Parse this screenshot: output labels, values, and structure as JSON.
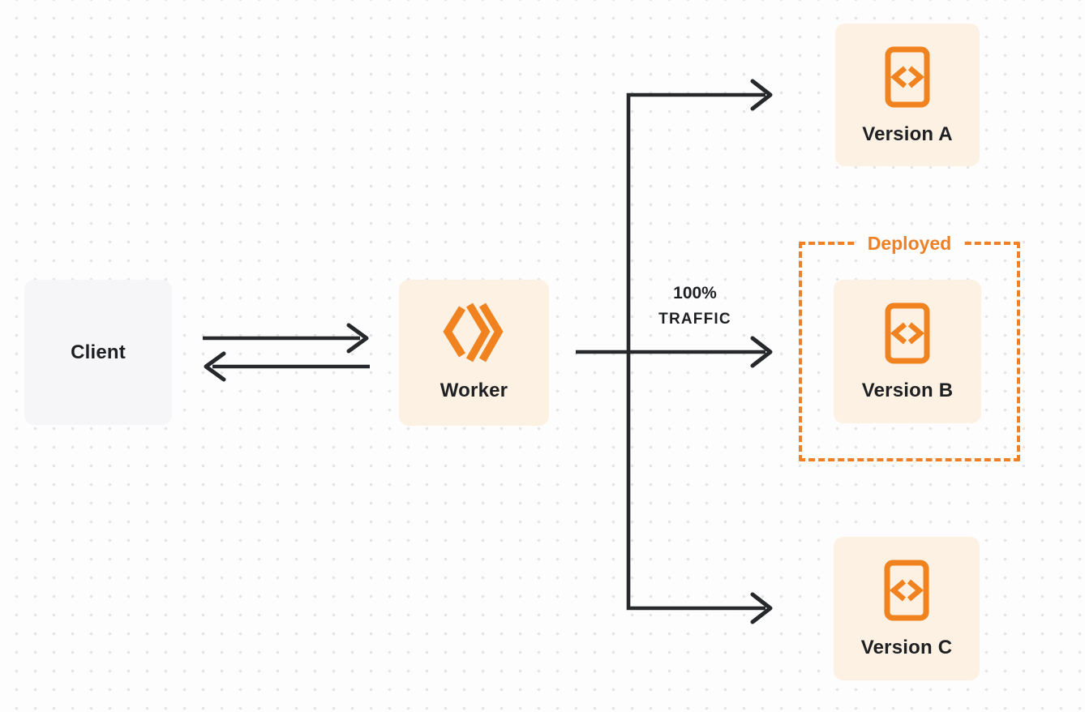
{
  "nodes": {
    "client": {
      "label": "Client"
    },
    "worker": {
      "label": "Worker"
    },
    "version_a": {
      "label": "Version A"
    },
    "version_b": {
      "label": "Version B"
    },
    "version_c": {
      "label": "Version C"
    }
  },
  "annotations": {
    "deployed_label": "Deployed",
    "traffic_percent": "100%",
    "traffic_word": "TRAFFIC"
  },
  "icons": {
    "worker_icon": "cloudflare-workers-logo-icon",
    "version_icon": "code-file-icon"
  },
  "colors": {
    "accent_orange": "#f0831f",
    "deployed_orange": "#ee8127",
    "node_cream_bg": "#fcf1e2",
    "node_gray_bg": "#f6f6f8",
    "arrow_black": "#26282b",
    "text_dark": "#1d1f22",
    "canvas_bg": "#fdfdfd",
    "dot_gray": "#e4e4e6"
  }
}
